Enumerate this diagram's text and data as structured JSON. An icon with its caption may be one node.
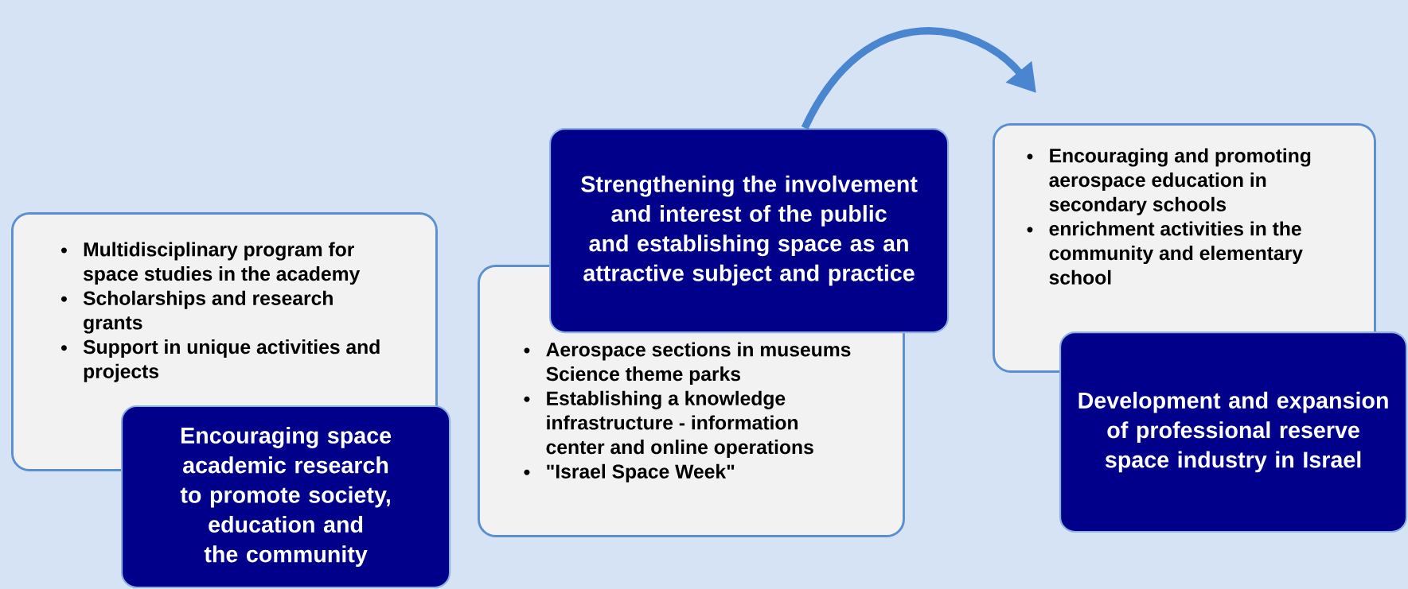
{
  "diagram": {
    "nodes": [
      {
        "text": [
          "Multidisciplinary program for space studies in the academy",
          "Scholarships and research grants",
          "Support in unique activities and projects"
        ]
      },
      {
        "text": [
          "Encouraging space academic research to promote society, education and the community"
        ]
      },
      {
        "text": [
          "Aerospace sections in museums Science theme parks",
          "Establishing a knowledge infrastructure - information center and online operations",
          "\"Israel Space Week\""
        ]
      },
      {
        "text": [
          "Strengthening the involvement and interest of the public and establishing space as an attractive subject and practice"
        ]
      },
      {
        "text": [
          "Encouraging and promoting aerospace education in secondary schools",
          "enrichment activities in the community and  elementary school"
        ]
      },
      {
        "text": [
          "Development and expansion of professional reserve space industry in Israel"
        ]
      }
    ],
    "edges": [
      {
        "from": 3,
        "to": 4,
        "arrow": "to"
      }
    ]
  }
}
